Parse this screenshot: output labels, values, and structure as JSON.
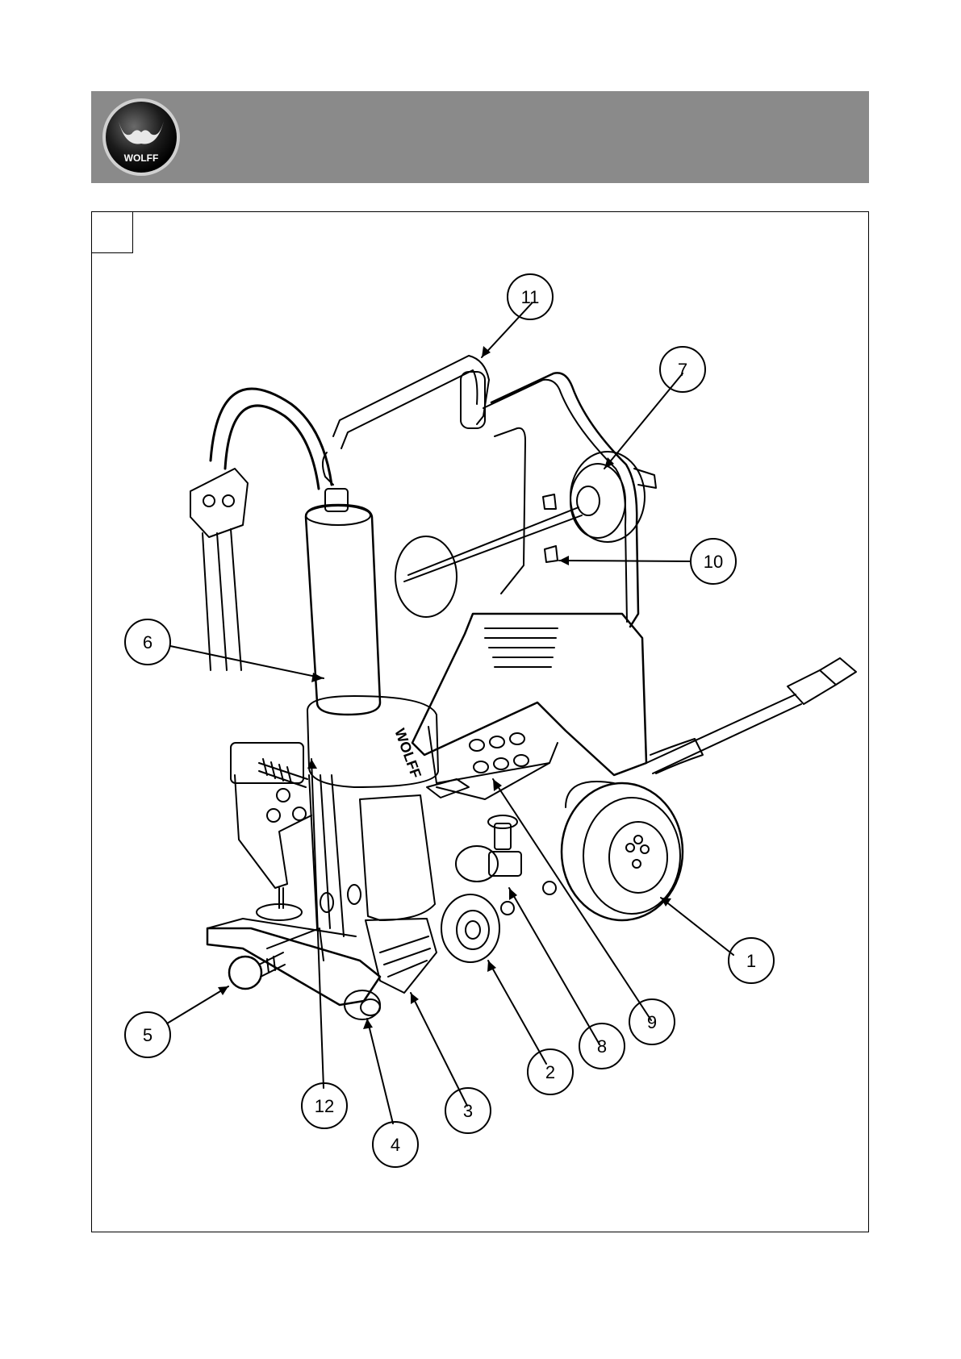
{
  "brand": {
    "logo_text": "WOLFF"
  },
  "colors": {
    "header_band": "#8a8a8a",
    "line": "#000000"
  },
  "callouts": [
    {
      "id": "callout-1",
      "label": "1"
    },
    {
      "id": "callout-2",
      "label": "2"
    },
    {
      "id": "callout-3",
      "label": "3"
    },
    {
      "id": "callout-4",
      "label": "4"
    },
    {
      "id": "callout-5",
      "label": "5"
    },
    {
      "id": "callout-6",
      "label": "6"
    },
    {
      "id": "callout-7",
      "label": "7"
    },
    {
      "id": "callout-8",
      "label": "8"
    },
    {
      "id": "callout-9",
      "label": "9"
    },
    {
      "id": "callout-10",
      "label": "10"
    },
    {
      "id": "callout-11",
      "label": "11"
    },
    {
      "id": "callout-12",
      "label": "12"
    }
  ]
}
